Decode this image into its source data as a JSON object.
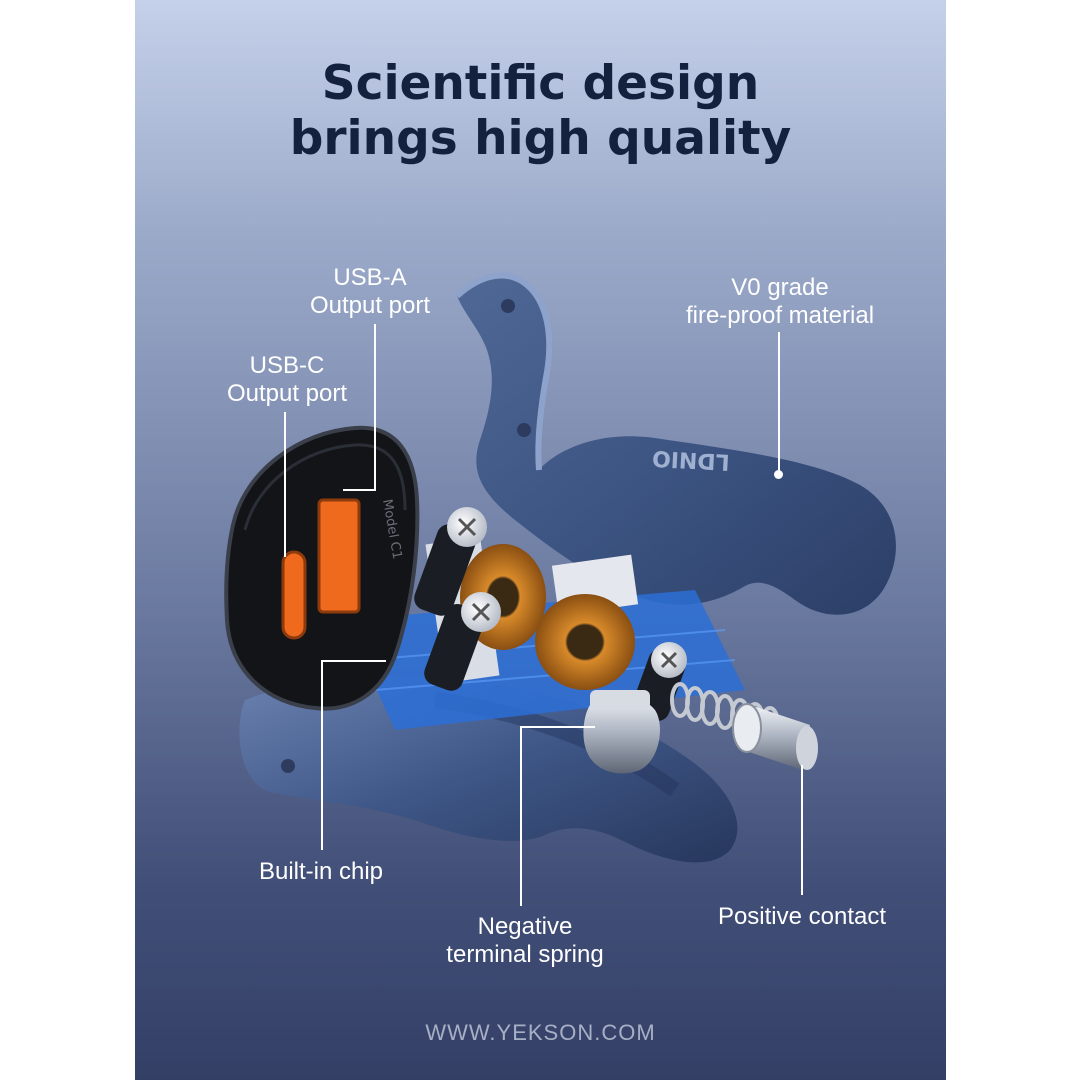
{
  "headline": {
    "line1": "Scientific design",
    "line2": "brings high quality"
  },
  "callouts": {
    "usb_a": {
      "line1": "USB-A",
      "line2": "Output port"
    },
    "usb_c": {
      "line1": "USB-C",
      "line2": "Output port"
    },
    "fire_proof": {
      "line1": "V0 grade",
      "line2": "fire-proof material"
    },
    "chip": {
      "line1": "Built-in chip"
    },
    "spring": {
      "line1": "Negative",
      "line2": "terminal spring"
    },
    "contact": {
      "line1": "Positive contact"
    }
  },
  "product": {
    "shell_logo": "LDNIO",
    "port_face_text": "Model C1"
  },
  "watermark": "WWW.YEKSON.COM",
  "colors": {
    "headline": "#13213f",
    "callout_text": "#ffffff",
    "shell": "#3f5784",
    "usb_port": "#f06a1e",
    "watermark": "#a7afc4"
  }
}
